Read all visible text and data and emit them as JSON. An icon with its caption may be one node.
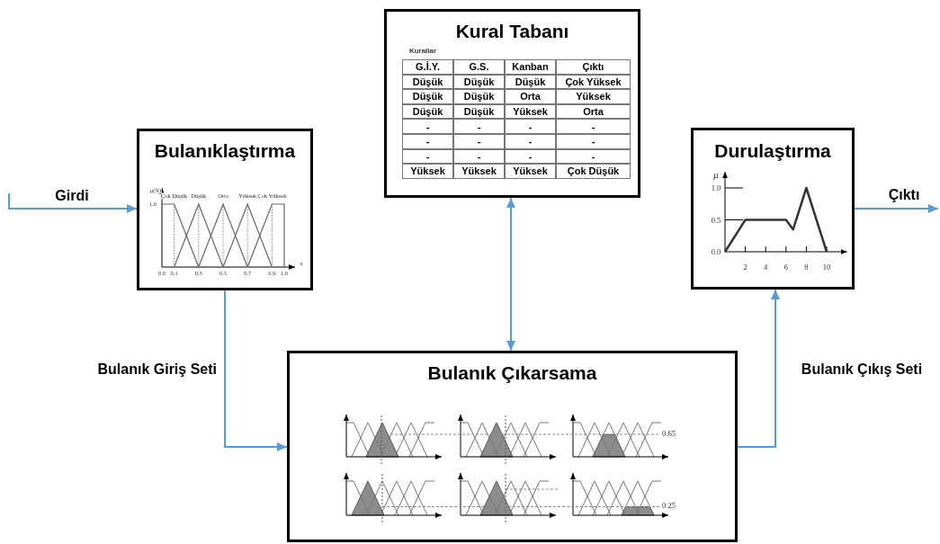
{
  "diagram": {
    "nodes": [
      {
        "text": [
          "Kural Tabanı"
        ]
      },
      {
        "text": [
          "Bulanıklaştırma"
        ]
      },
      {
        "text": [
          "Durulaştırma"
        ]
      },
      {
        "text": [
          "Bulanık Çıkarsama"
        ]
      }
    ],
    "edges": [
      {
        "from": null,
        "to": 1,
        "arrow": "to",
        "label": "Girdi"
      },
      {
        "from": 1,
        "to": 3,
        "arrow": "to",
        "label": "Bulanık Giriş Seti"
      },
      {
        "from": 0,
        "to": 3,
        "arrow": "both"
      },
      {
        "from": 3,
        "to": 2,
        "arrow": "to",
        "label": "Bulanık Çıkış Seti"
      },
      {
        "from": 2,
        "to": null,
        "arrow": "to",
        "label": "Çıktı"
      }
    ],
    "labels": [
      "Kurallar",
      "G.İ.Y.",
      "G.S.",
      "Kanban",
      "Çıktı",
      "Düşük",
      "Düşük",
      "Düşük",
      "Çok Yüksek",
      "Düşük",
      "Düşük",
      "Orta",
      "Yüksek",
      "Düşük",
      "Düşük",
      "Yüksek",
      "Orta",
      "-",
      "-",
      "-",
      "-",
      "-",
      "-",
      "-",
      "-",
      "-",
      "-",
      "-",
      "-",
      "Yüksek",
      "Yüksek",
      "Yüksek",
      "Çok Düşük",
      "μ(X)",
      "1.0",
      "Çok Düşük",
      "Düşük",
      "Orta",
      "Yüksek",
      "Çok Yüksek",
      "0.0",
      "0.1",
      "0.3",
      "0.5",
      "0.7",
      "0.9",
      "1.0",
      "x",
      "0.65",
      "0.25"
    ],
    "chart_data": {
      "type": "line",
      "ylabel": "μ",
      "x": [
        0,
        2,
        6,
        6.7,
        8,
        10
      ],
      "series": [
        {
          "color": "#333333",
          "values": [
            0,
            0.5,
            0.5,
            0.35,
            1,
            0
          ]
        }
      ],
      "xlim": [
        0,
        12
      ],
      "ylim": [
        0,
        1.25
      ],
      "xticks": [
        2,
        4,
        6,
        8,
        10
      ],
      "yticks": [
        {
          "value": 0,
          "label": "0.0"
        },
        {
          "value": 0.5,
          "label": "0.5"
        },
        {
          "value": 1,
          "label": "1.0"
        }
      ]
    }
  }
}
